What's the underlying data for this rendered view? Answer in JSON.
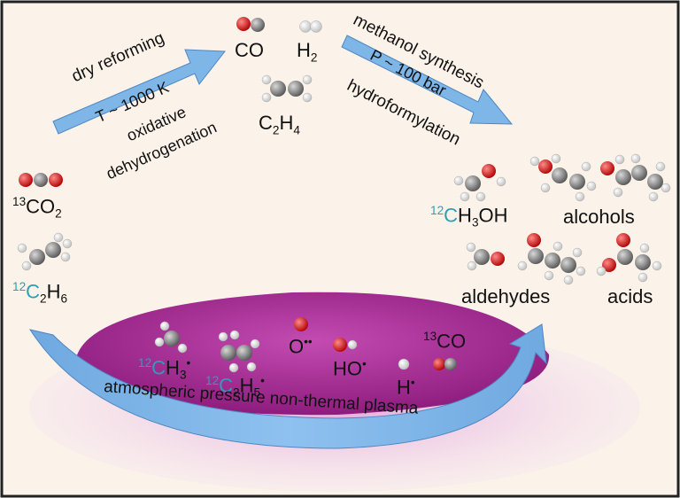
{
  "colors": {
    "background": "#fbf3ea",
    "border": "#222222",
    "plasma_dark": "#8e1c7e",
    "plasma_light": "#d79ad0",
    "arrow_blue": "#7fb6e8",
    "isotope_cyan": "#2aa0b8",
    "atom_carbon": "#7d7d7d",
    "atom_oxygen": "#e21a1a",
    "atom_hydrogen": "#f2f2f2"
  },
  "reactants": {
    "co2": {
      "mass": "13",
      "formula": "CO",
      "sub": "2"
    },
    "c2h6": {
      "mass": "12",
      "f1": "C",
      "s1": "2",
      "f2": "H",
      "s2": "6"
    }
  },
  "upper_left_arrow": {
    "label_top": "dry reforming",
    "label_in_arrow": "T ~ 1000 K",
    "label_bottom_1": "oxidative",
    "label_bottom_2": "dehydrogenation"
  },
  "intermediates": {
    "co": "CO",
    "h2": {
      "f": "H",
      "s": "2"
    },
    "c2h4": {
      "f1": "C",
      "s1": "2",
      "f2": "H",
      "s2": "4"
    }
  },
  "upper_right_arrow": {
    "label_top": "methanol synthesis",
    "label_in_arrow": "P ~ 100 bar",
    "label_bottom": "hydroformylation"
  },
  "products": {
    "methanol": {
      "mass": "12",
      "f1": "CH",
      "s1": "3",
      "f2": "OH"
    },
    "alcohols": "alcohols",
    "aldehydes": "aldehydes",
    "acids": "acids"
  },
  "radicals": {
    "ch3": {
      "mass": "12",
      "f1": "C",
      "f2": "H",
      "s2": "3",
      "dot": "•"
    },
    "c2h5": {
      "mass": "12",
      "f1": "C",
      "s1": "2",
      "f2": "H",
      "s2": "5",
      "dot": "•"
    },
    "o": {
      "f": "O",
      "dot": "••"
    },
    "ho": {
      "f": "HO",
      "dot": "•"
    },
    "h": {
      "f": "H",
      "dot": "•"
    },
    "co13": {
      "mass": "13",
      "f": "CO"
    }
  },
  "plasma_arrow_label": "atmospheric pressure non-thermal plasma"
}
